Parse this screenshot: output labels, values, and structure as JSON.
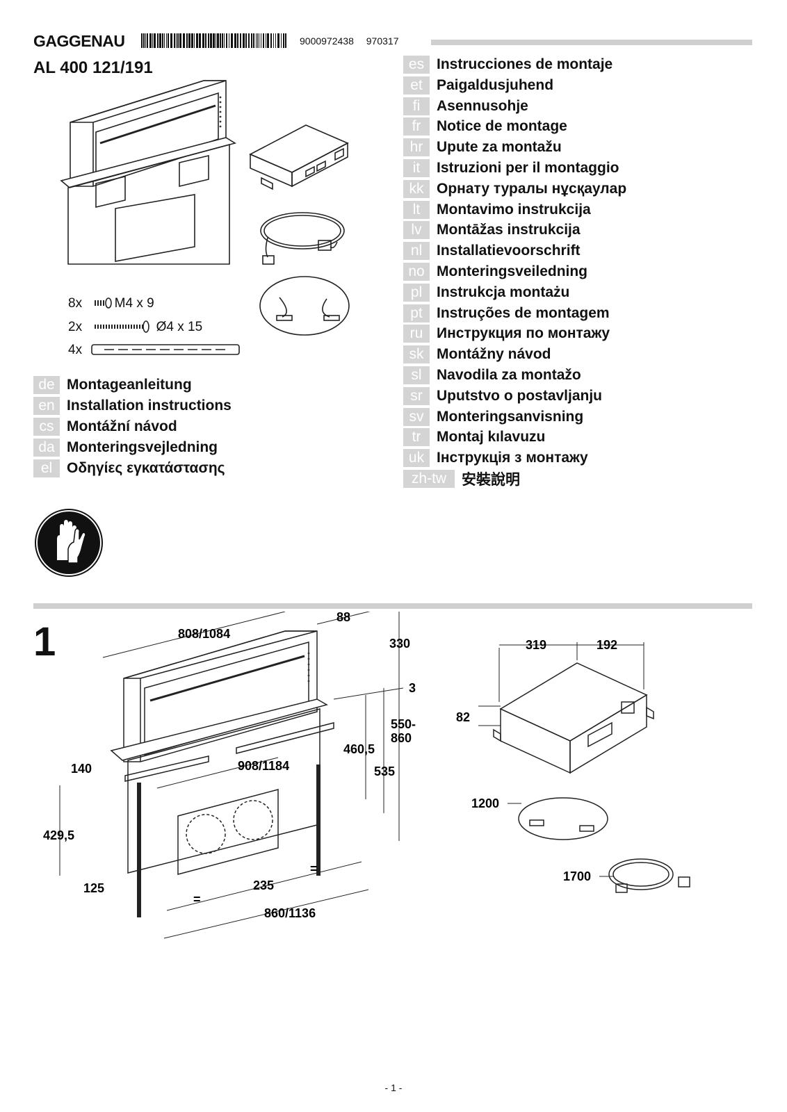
{
  "header": {
    "brand": "GAGGENAU",
    "article_number": "9000972438",
    "date_code": "970317",
    "model": "AL 400 121/191"
  },
  "parts": [
    {
      "qty": "8x",
      "spec": "M4 x 9"
    },
    {
      "qty": "2x",
      "spec": "Ø4 x 15"
    },
    {
      "qty": "4x",
      "spec": ""
    }
  ],
  "languages_left": [
    {
      "code": "de",
      "title": "Montageanleitung"
    },
    {
      "code": "en",
      "title": "Installation instructions"
    },
    {
      "code": "cs",
      "title": "Montážní návod"
    },
    {
      "code": "da",
      "title": "Monteringsvejledning"
    },
    {
      "code": "el",
      "title": "Οδηγίες εγκατάστασης"
    }
  ],
  "languages_right": [
    {
      "code": "es",
      "title": "Instrucciones de montaje"
    },
    {
      "code": "et",
      "title": "Paigaldusjuhend"
    },
    {
      "code": "fi",
      "title": "Asennusohje"
    },
    {
      "code": "fr",
      "title": "Notice de montage"
    },
    {
      "code": "hr",
      "title": "Upute za montažu"
    },
    {
      "code": "it",
      "title": "Istruzioni per il montaggio"
    },
    {
      "code": "kk",
      "title": "Орнату туралы нұсқаулар"
    },
    {
      "code": "lt",
      "title": "Montavimo instrukcija"
    },
    {
      "code": "lv",
      "title": "Montāžas instrukcija"
    },
    {
      "code": "nl",
      "title": "Installatievoorschrift"
    },
    {
      "code": "no",
      "title": "Monteringsveiledning"
    },
    {
      "code": "pl",
      "title": "Instrukcja montażu"
    },
    {
      "code": "pt",
      "title": "Instruções de montagem"
    },
    {
      "code": "ru",
      "title": "Инструкция по монтажу"
    },
    {
      "code": "sk",
      "title": "Montážny návod"
    },
    {
      "code": "sl",
      "title": "Navodila za montažo"
    },
    {
      "code": "sr",
      "title": "Uputstvo o postavljanju"
    },
    {
      "code": "sv",
      "title": "Monteringsanvisning"
    },
    {
      "code": "tr",
      "title": "Montaj kılavuzu"
    },
    {
      "code": "uk",
      "title": "Інструкція з монтажу"
    },
    {
      "code": "zh-tw",
      "title": "安裝說明"
    }
  ],
  "safety_icon": "protective-gloves-icon",
  "step": {
    "number": "1",
    "dimensions": {
      "width": "808/1084",
      "depth": "88",
      "height_top": "330",
      "offset": "3",
      "range": "550-\n860",
      "range_a": "550-",
      "range_b": "860",
      "rail_height": "460,5",
      "lower_height": "535",
      "rail_width": "908/1184",
      "side": "140",
      "body_height": "429,5",
      "bottom_offset": "125",
      "center": "235",
      "equal": "=",
      "total_width": "860/1136"
    },
    "box_dimensions": {
      "width": "319",
      "depth": "192",
      "height": "82",
      "cable_length": "1200",
      "power_cable_length": "1700"
    }
  },
  "page_number": "- 1 -",
  "colors": {
    "label_gray": "#d4d4d4",
    "bar_gray": "#cfcfcf"
  }
}
